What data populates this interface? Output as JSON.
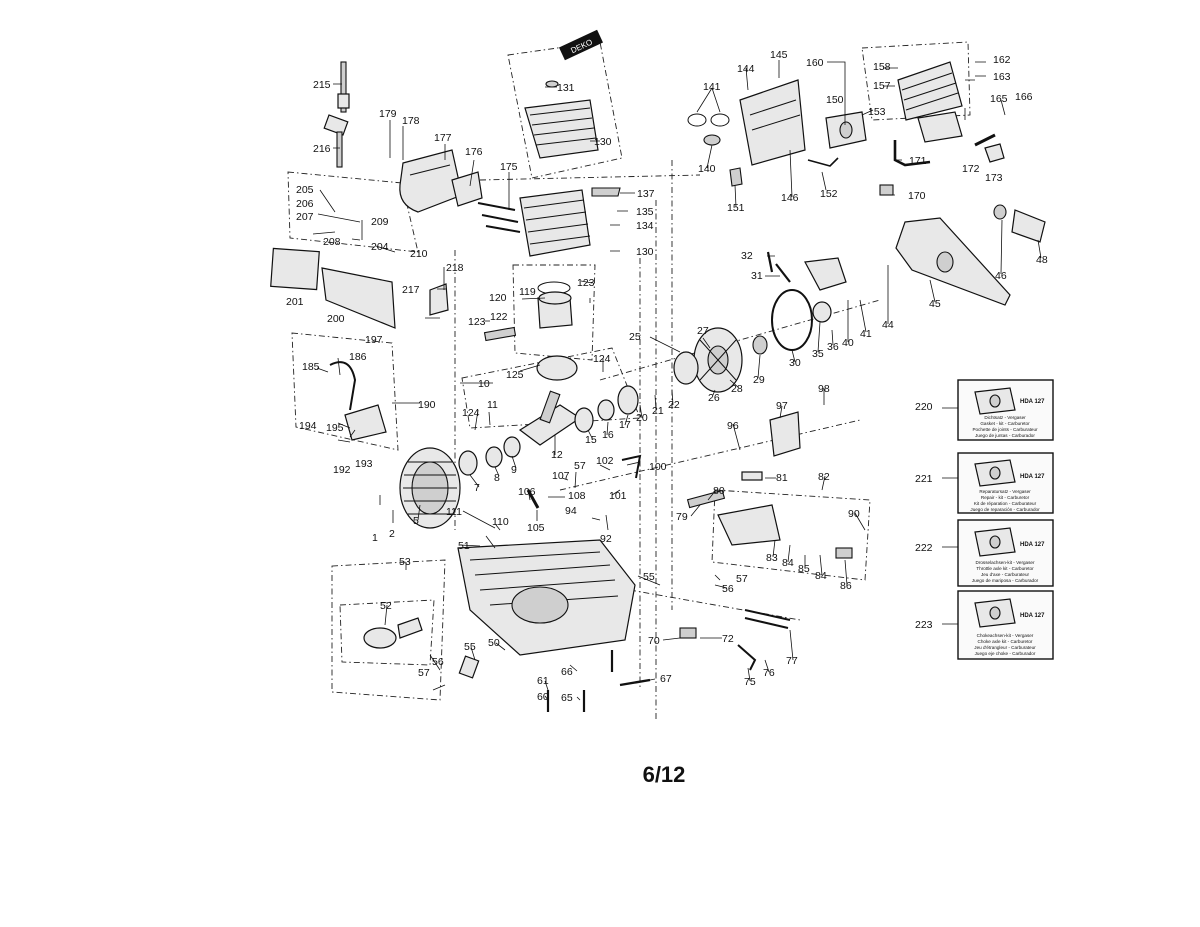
{
  "page_number": "6/12",
  "deko_label": "DEKO",
  "callouts": {
    "c1": "1",
    "c2": "2",
    "c5": "5",
    "c7": "7",
    "c8": "8",
    "c9": "9",
    "c10": "10",
    "c11": "11",
    "c12": "12",
    "c15": "15",
    "c16": "16",
    "c17": "17",
    "c20": "20",
    "c21": "21",
    "c22": "22",
    "c25": "25",
    "c26": "26",
    "c27": "27",
    "c28": "28",
    "c29": "29",
    "c30": "30",
    "c31": "31",
    "c32": "32",
    "c35": "35",
    "c36": "36",
    "c40": "40",
    "c41": "41",
    "c44": "44",
    "c45": "45",
    "c46": "46",
    "c48": "48",
    "c50": "50",
    "c51": "51",
    "c52": "52",
    "c53": "53",
    "c55a": "55",
    "c55b": "55",
    "c56a": "56",
    "c56b": "56",
    "c57a": "57",
    "c57b": "57",
    "c57c": "57",
    "c60": "60",
    "c61": "61",
    "c65": "65",
    "c66": "66",
    "c67": "67",
    "c70": "70",
    "c72": "72",
    "c75": "75",
    "c76": "76",
    "c77": "77",
    "c79": "79",
    "c80": "80",
    "c81": "81",
    "c82": "82",
    "c83": "83",
    "c84a": "84",
    "c84b": "84",
    "c85": "85",
    "c86": "86",
    "c90": "90",
    "c92": "92",
    "c94": "94",
    "c96": "96",
    "c97": "97",
    "c98": "98",
    "c100": "100",
    "c101": "101",
    "c102": "102",
    "c105": "105",
    "c106": "106",
    "c107": "107",
    "c108": "108",
    "c110": "110",
    "c111": "111",
    "c119": "119",
    "c120": "120",
    "c122": "122",
    "c123a": "123",
    "c123b": "123",
    "c124a": "124",
    "c124b": "124",
    "c125": "125",
    "c130a": "130",
    "c130b": "130",
    "c131": "131",
    "c134": "134",
    "c135": "135",
    "c137": "137",
    "c140": "140",
    "c141": "141",
    "c144": "144",
    "c145": "145",
    "c146": "146",
    "c150": "150",
    "c151": "151",
    "c152": "152",
    "c153": "153",
    "c157": "157",
    "c158": "158",
    "c160": "160",
    "c162": "162",
    "c163": "163",
    "c165": "165",
    "c166": "166",
    "c170": "170",
    "c171": "171",
    "c172": "172",
    "c173": "173",
    "c175": "175",
    "c176": "176",
    "c177": "177",
    "c178": "178",
    "c179": "179",
    "c185": "185",
    "c186": "186",
    "c190": "190",
    "c192": "192",
    "c193": "193",
    "c194": "194",
    "c195": "195",
    "c197": "197",
    "c200": "200",
    "c201": "201",
    "c204": "204",
    "c205": "205",
    "c206": "206",
    "c207": "207",
    "c208": "208",
    "c209": "209",
    "c210": "210",
    "c215": "215",
    "c216": "216",
    "c217": "217",
    "c218": "218",
    "c220": "220",
    "c221": "221",
    "c222": "222",
    "c223": "223"
  },
  "kits": [
    {
      "model": "HDA 127",
      "lines": [
        "Dichtsatz - Vergaser",
        "Gasket - kit - Carburetor",
        "Pochette de joints - Carburateur",
        "Juego de juntas - Carburador"
      ]
    },
    {
      "model": "HDA 127",
      "lines": [
        "Reparatursatz - Vergaser",
        "Repair - kit - Carburetor",
        "Kit de réparation - Carburateur",
        "Juego de reparación - Carburador"
      ]
    },
    {
      "model": "HDA 127",
      "lines": [
        "Drosselachsen-kit - Vergaser",
        "Throttle axle kit - Carburetor",
        "Jeu d'axe - Carburateur",
        "Juego de mariposa - Carburador"
      ]
    },
    {
      "model": "HDA 127",
      "lines": [
        "Chokeachsen-kit - Vergaser",
        "Choke axle kit - Carburetor",
        "Jeu d'étrangleur - Carburateur",
        "Juego eje choke - Carburador"
      ]
    }
  ]
}
